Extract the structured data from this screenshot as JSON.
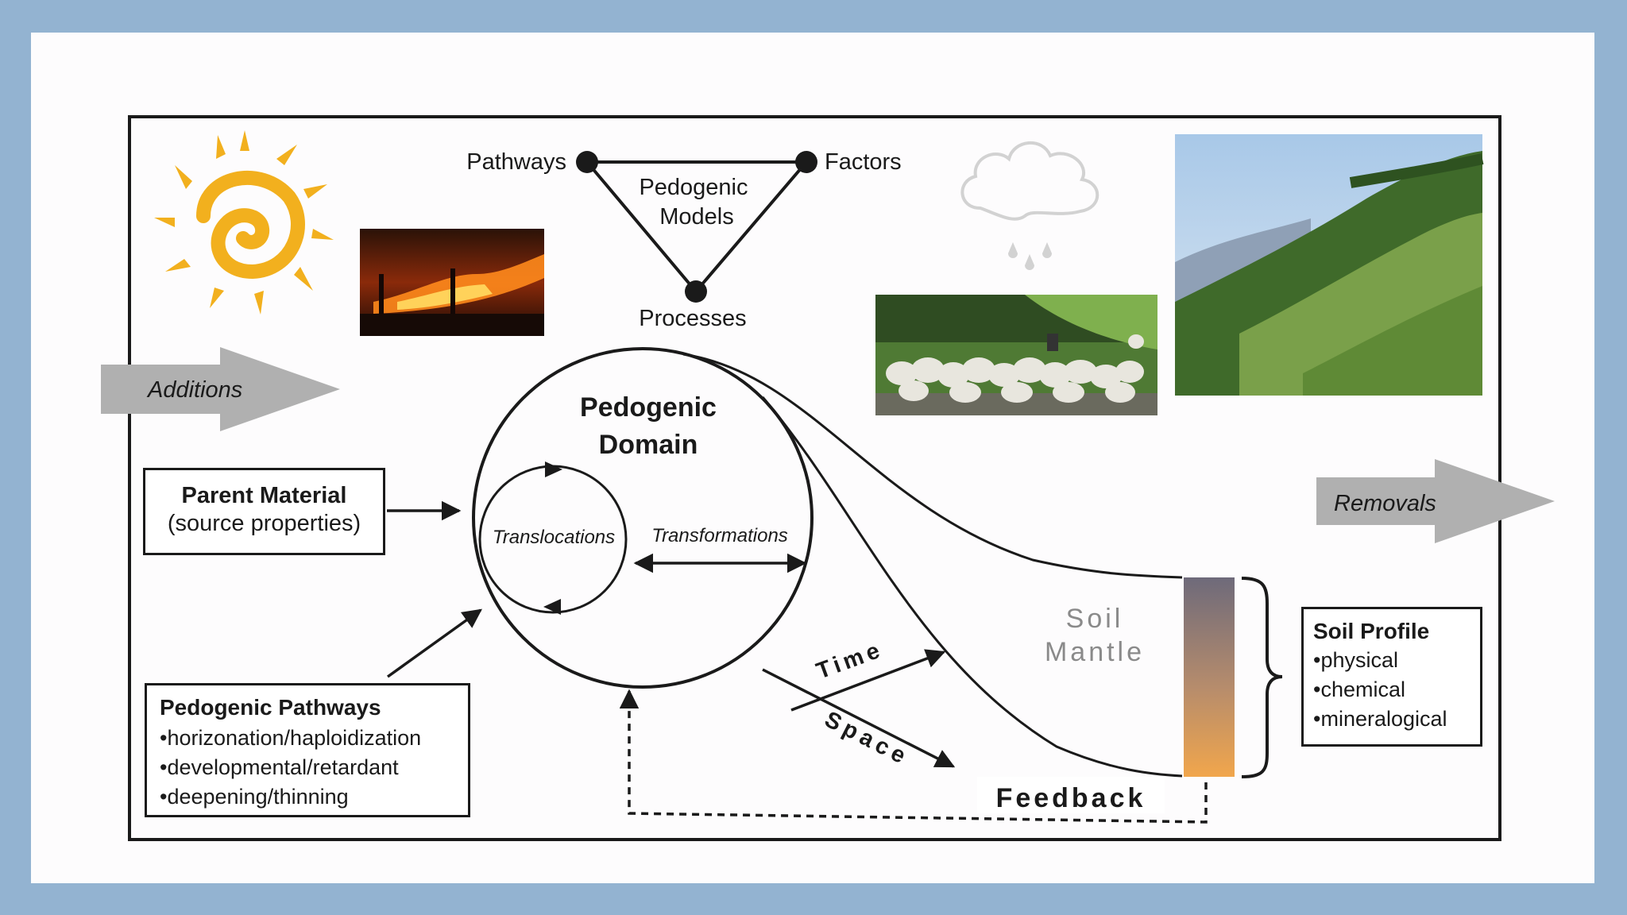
{
  "triangle": {
    "center_label": "Pedogenic Models",
    "vertex_left": "Pathways",
    "vertex_right": "Factors",
    "vertex_bottom": "Processes"
  },
  "flows": {
    "additions": "Additions",
    "removals": "Removals",
    "feedback": "Feedback",
    "time": "Time",
    "space": "Space"
  },
  "domain": {
    "title_line1": "Pedogenic",
    "title_line2": "Domain",
    "translocations": "Translocations",
    "transformations": "Transformations"
  },
  "parent_material": {
    "title": "Parent Material",
    "subtitle": "(source properties)"
  },
  "pathways_box": {
    "title": "Pedogenic Pathways",
    "items": [
      "•horizonation/haploidization",
      "•developmental/retardant",
      "•deepening/thinning"
    ]
  },
  "soil_mantle": {
    "line1": "Soil",
    "line2": "Mantle"
  },
  "soil_profile": {
    "title": "Soil Profile",
    "items": [
      "•physical",
      "•chemical",
      "•mineralogical"
    ]
  },
  "colors": {
    "slide_frame": "#93b3d1",
    "arrow_gray": "#b0b0b0",
    "sun": "#f2b01e",
    "profile_top": "#6e6a7a",
    "profile_bottom": "#f1a64c"
  }
}
